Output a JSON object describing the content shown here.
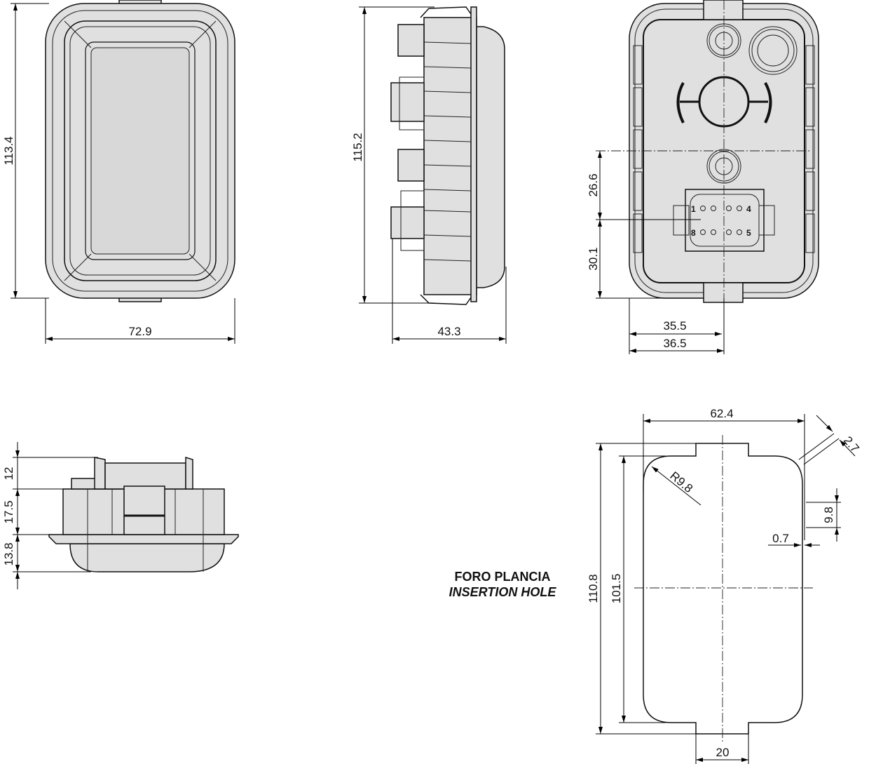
{
  "front_view": {
    "height_dim": "113.4",
    "width_dim": "72.9"
  },
  "side_view": {
    "height_dim": "115.2",
    "depth_dim": "43.3"
  },
  "back_view": {
    "dim_upper": "26.6",
    "dim_lower": "30.1",
    "dim_width_a": "35.5",
    "dim_width_b": "36.5",
    "pins": [
      "1",
      "4",
      "8",
      "5"
    ]
  },
  "bottom_view": {
    "dim_top": "12",
    "dim_mid": "17.5",
    "dim_bottom": "13.8"
  },
  "insertion_hole": {
    "label_it": "FORO PLANCIA",
    "label_en": "INSERTION HOLE",
    "width": "62.4",
    "height_outer": "110.8",
    "height_inner": "101.5",
    "tab_width": "20",
    "radius": "R9.8",
    "notch": "2.7",
    "notch_spacing": "9.8",
    "notch_depth": "0.7"
  }
}
